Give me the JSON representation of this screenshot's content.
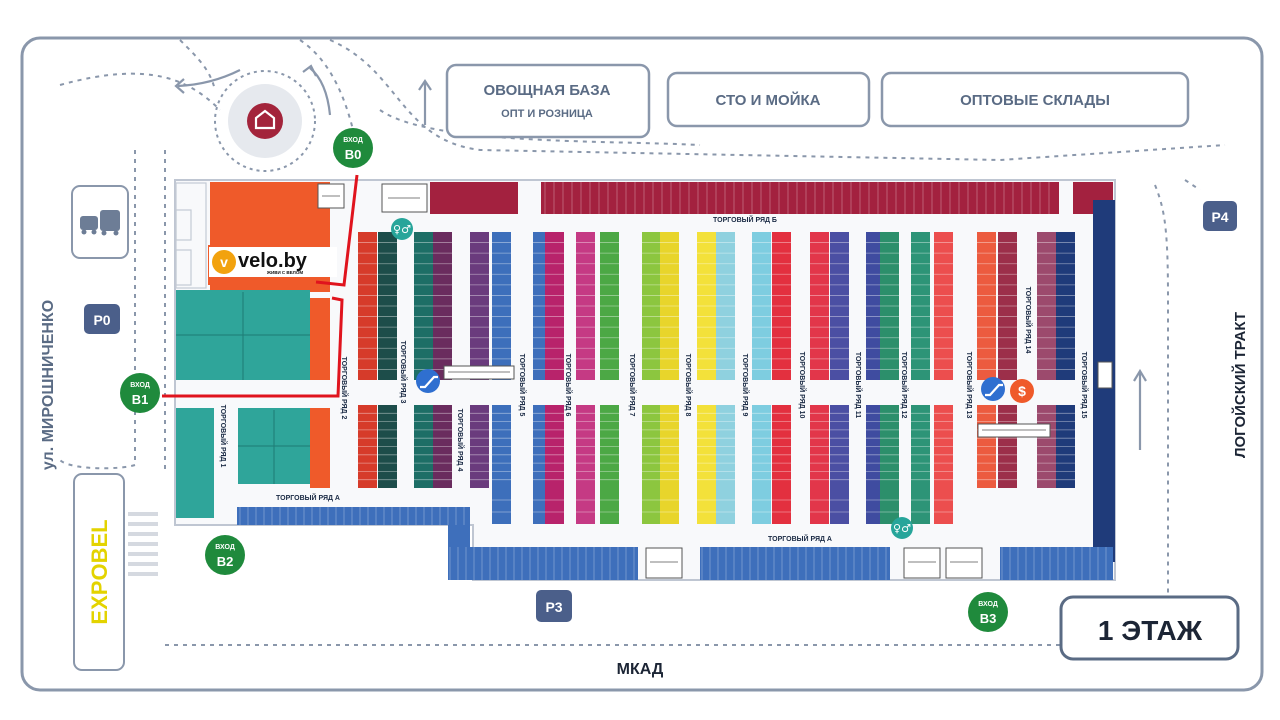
{
  "labels": {
    "zone_1": "ОВОЩНАЯ БАЗА",
    "zone_1_sub": "ОПТ И РОЗНИЦА",
    "zone_2": "СТО И МОЙКА",
    "zone_3": "ОПТОВЫЕ СКЛАДЫ",
    "street_left": "ул. МИРОШНИЧЕНКО",
    "street_right": "ЛОГОЙСКИЙ ТРАКТ",
    "street_bottom": "МКАД",
    "floor": "1 ЭТАЖ",
    "brand": "EXPOBEL",
    "logo_text": "velo.by",
    "logo_sub": "ЖИВИ С ВЕЛОМ"
  },
  "parking": [
    "P0",
    "P3",
    "P4"
  ],
  "entrances": {
    "word": "ВХОД",
    "codes": [
      "B0",
      "B1",
      "B2",
      "B3"
    ]
  },
  "rows": {
    "r1": "ТОРГОВЫЙ РЯД 1",
    "r2": "ТОРГОВЫЙ РЯД 2",
    "r3": "ТОРГОВЫЙ РЯД 3",
    "r4": "ТОРГОВЫЙ РЯД 4",
    "r5": "ТОРГОВЫЙ РЯД 5",
    "r6": "ТОРГОВЫЙ РЯД 6",
    "r7": "ТОРГОВЫЙ РЯД 7",
    "r8": "ТОРГОВЫЙ РЯД 8",
    "r9": "ТОРГОВЫЙ РЯД 9",
    "r10": "ТОРГОВЫЙ РЯД 10",
    "r11": "ТОРГОВЫЙ РЯД 11",
    "r12": "ТОРГОВЫЙ РЯД 12",
    "r13": "ТОРГОВЫЙ РЯД 13",
    "r14": "ТОРГОВЫЙ РЯД 14",
    "r15": "ТОРГОВЫЙ РЯД 15",
    "rA": "ТОРГОВЫЙ РЯД А",
    "rB": "ТОРГОВЫЙ РЯД Б"
  },
  "icons": [
    "roundabout-icon",
    "car-bus-icon",
    "toilet-icon",
    "escalator-icon",
    "exchange-icon"
  ],
  "colors": {
    "route": "#e0141e",
    "entrance": "#1f8a3c",
    "parking": "#4b5f8a",
    "outline": "#8a97ab",
    "brand": "#e3d300"
  }
}
